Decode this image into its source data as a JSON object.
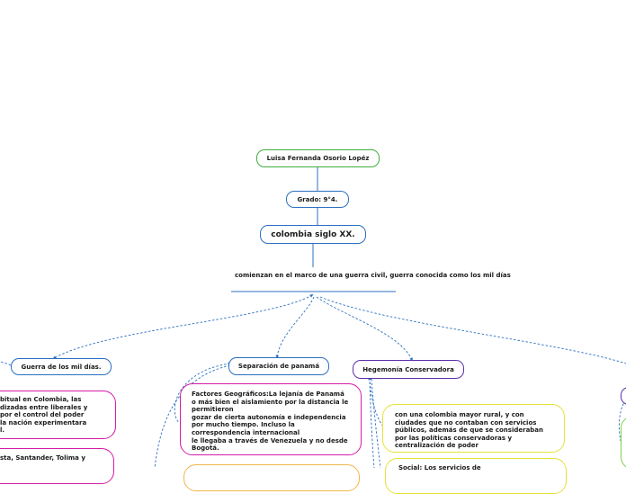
{
  "nodes": {
    "author": "Luisa Fernanda Osorio Lopéz",
    "grade": "Grado: 9°4.",
    "main_topic": "colombia siglo XX.",
    "intro_lines": [
      "comienzan en el marco de una guerra civil,",
      "guerra conocida como los mil días"
    ],
    "branch_war": "Guerra de los mil días.",
    "branch_panama": "Separación de panamá",
    "branch_hegemony": "Hegemonía Conservadora"
  },
  "cards": {
    "war_1": [
      "bitual en Colombia, las",
      "dizadas entre liberales y",
      "por el control del poder",
      "la nación experimentara",
      "l."
    ],
    "war_2": [
      "sta, Santander, Tolima y"
    ],
    "panama_1": [
      "Factores Geográficos:La lejanía de Panamá",
      "o más bien el aislamiento por la distancia le",
      "permitieron",
      "gozar de cierta autonomía e independencia",
      "por mucho tiempo. Incluso la",
      "correspondencia internacional",
      "le llegaba a través de Venezuela y no desde",
      "Bogotá."
    ],
    "hegemony_1": [
      "con una colombia mayor rural, y con",
      "ciudades que no contaban con servicios",
      "públicos, además de que se consideraban",
      "por las políticas conservadoras y",
      "centralización de poder"
    ],
    "hegemony_2": [
      "Social: Los servicios de"
    ]
  },
  "colors": {
    "connector": "#2b6fc0",
    "green": "#3fae3f",
    "blue": "#2b6fc0",
    "purple": "#5b2fa8",
    "magenta": "#d51ca6",
    "yellow": "#e6e03a",
    "orange": "#f0b54a",
    "lime": "#7cd24a"
  }
}
